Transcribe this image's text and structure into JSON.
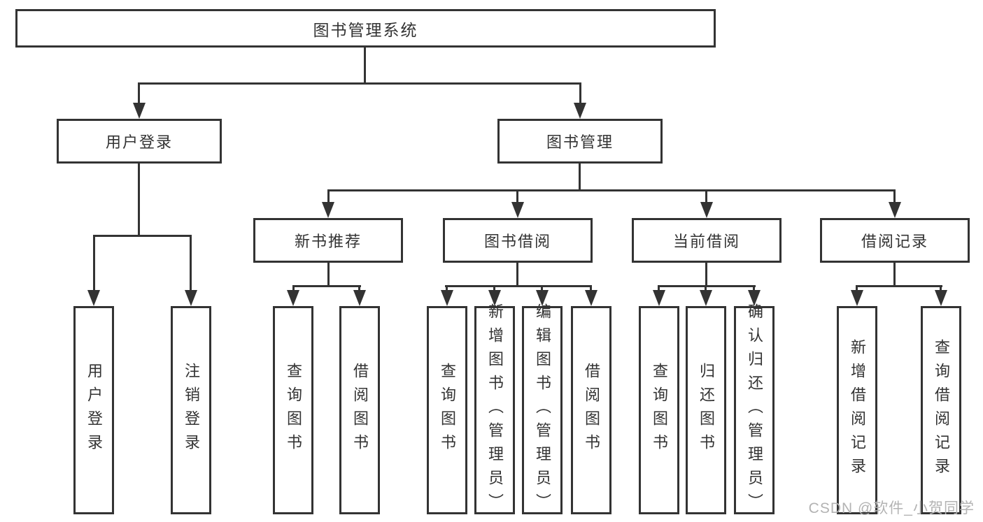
{
  "tree": {
    "root": {
      "label": "图书管理系统",
      "children": [
        {
          "label": "用户登录",
          "children": [
            {
              "label": "用户登录"
            },
            {
              "label": "注销登录"
            }
          ]
        },
        {
          "label": "图书管理",
          "children": [
            {
              "label": "新书推荐",
              "children": [
                {
                  "label": "查询图书"
                },
                {
                  "label": "借阅图书"
                }
              ]
            },
            {
              "label": "图书借阅",
              "children": [
                {
                  "label": "查询图书"
                },
                {
                  "label": "新增图书（管理员）"
                },
                {
                  "label": "编辑图书（管理员）"
                },
                {
                  "label": "借阅图书"
                }
              ]
            },
            {
              "label": "当前借阅",
              "children": [
                {
                  "label": "查询图书"
                },
                {
                  "label": "归还图书"
                },
                {
                  "label": "确认归还（管理员）"
                }
              ]
            },
            {
              "label": "借阅记录",
              "children": [
                {
                  "label": "新增借阅记录"
                },
                {
                  "label": "查询借阅记录"
                }
              ]
            }
          ]
        }
      ]
    }
  },
  "watermark": "CSDN @软件_小贺同学",
  "colors": {
    "line": "#333333",
    "text": "#333333",
    "background": "#ffffff",
    "watermark": "#b3b3b3"
  }
}
